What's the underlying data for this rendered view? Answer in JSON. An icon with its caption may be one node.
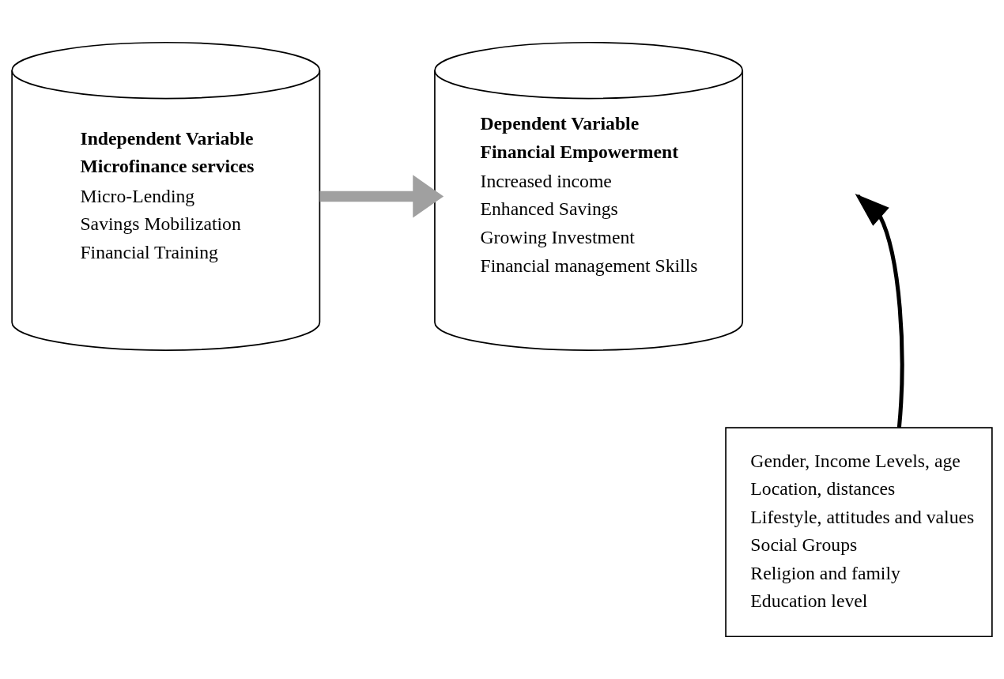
{
  "diagram": {
    "nodes": [
      {
        "text": [
          "Independent Variable",
          "Microfinance services",
          "Micro-Lending",
          "Savings Mobilization",
          "Financial Training"
        ]
      },
      {
        "text": [
          "Dependent Variable",
          "Financial Empowerment",
          "Increased income",
          "Enhanced Savings",
          "Growing Investment",
          "Financial management Skills"
        ]
      },
      {
        "text": [
          "Gender, Income Levels, age",
          "Location, distances",
          "Lifestyle, attitudes and values",
          "Social Groups",
          "Religion and family",
          "Education level"
        ]
      }
    ],
    "edges": [
      {
        "from": 0,
        "to": 1,
        "arrow": "to",
        "style": "thick",
        "color": "#a0a0a0"
      },
      {
        "from": 2,
        "to": null,
        "arrow": "to",
        "color": "#000000"
      }
    ]
  }
}
